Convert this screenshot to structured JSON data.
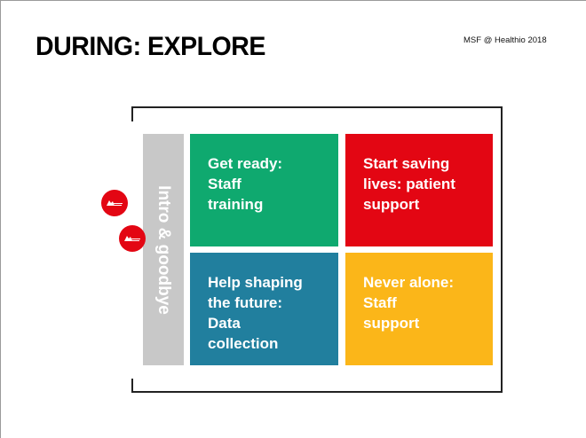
{
  "slide": {
    "title": "DURING: EXPLORE",
    "credit": "MSF @ Healthio 2018",
    "sidebar_label": "Intro & goodbye",
    "tiles": [
      {
        "label": "Get ready: Staff training",
        "lines": [
          "Get ready:",
          "Staff",
          "training"
        ],
        "color": "#0fa96f"
      },
      {
        "label": "Start saving lives: patient support",
        "lines": [
          "Start saving",
          "lives: patient",
          "support"
        ],
        "color": "#e30613"
      },
      {
        "label": "Help shaping the future: Data collection",
        "lines": [
          "Help shaping",
          "the future:",
          "Data",
          "collection"
        ],
        "color": "#217f9e"
      },
      {
        "label": "Never alone: Staff support",
        "lines": [
          "Never alone:",
          "Staff",
          "support"
        ],
        "color": "#fbb619"
      }
    ],
    "logo_color": "#e30613"
  }
}
